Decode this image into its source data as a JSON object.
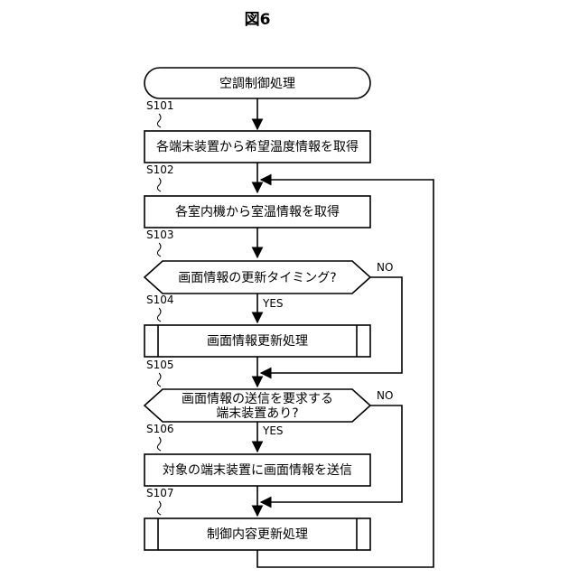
{
  "figure_title": "図6",
  "start": {
    "label": "空調制御処理"
  },
  "steps": [
    {
      "id": "S101",
      "text": "各端末装置から希望温度情報を取得",
      "kind": "process"
    },
    {
      "id": "S102",
      "text": "各室内機から室温情報を取得",
      "kind": "process"
    },
    {
      "id": "S103",
      "text": "画面情報の更新タイミング?",
      "kind": "decision",
      "yes": "YES",
      "no": "NO"
    },
    {
      "id": "S104",
      "text": "画面情報更新処理",
      "kind": "subprocess"
    },
    {
      "id": "S105",
      "lines": [
        "画面情報の送信を要求する",
        "端末装置あり?"
      ],
      "kind": "decision",
      "yes": "YES",
      "no": "NO"
    },
    {
      "id": "S106",
      "text": "対象の端末装置に画面情報を送信",
      "kind": "process"
    },
    {
      "id": "S107",
      "text": "制御内容更新処理",
      "kind": "subprocess"
    }
  ]
}
